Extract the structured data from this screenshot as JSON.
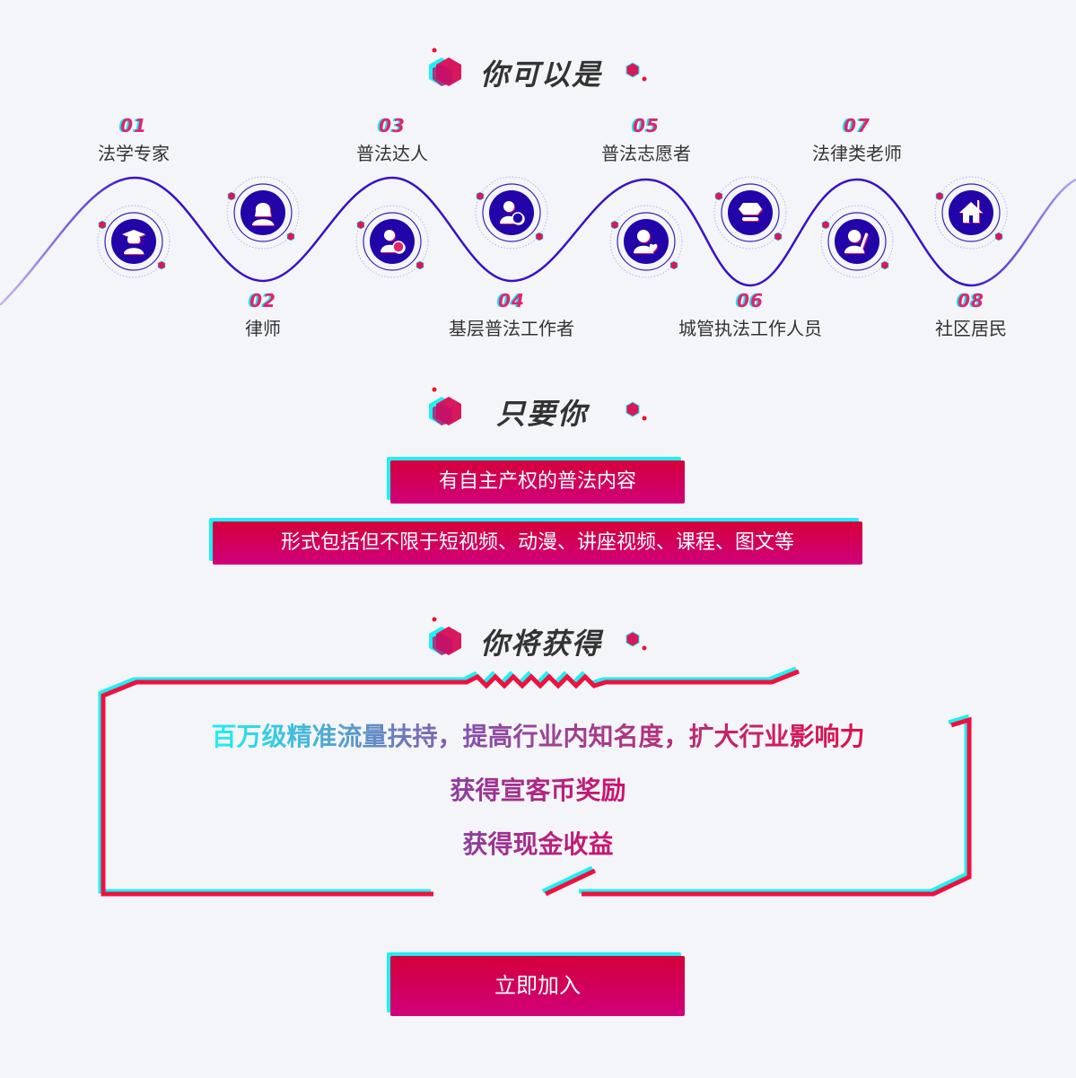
{
  "sections": {
    "can_be": "你可以是",
    "only_need": "只要你",
    "you_get": "你将获得"
  },
  "roles": [
    {
      "num": "01",
      "label": "法学专家",
      "icon": "graduate-icon"
    },
    {
      "num": "02",
      "label": "律师",
      "icon": "lawyer-icon"
    },
    {
      "num": "03",
      "label": "普法达人",
      "icon": "star-person-icon"
    },
    {
      "num": "04",
      "label": "基层普法工作者",
      "icon": "worker-badge-icon"
    },
    {
      "num": "05",
      "label": "普法志愿者",
      "icon": "volunteer-heart-icon"
    },
    {
      "num": "06",
      "label": "城管执法工作人员",
      "icon": "officer-cap-icon"
    },
    {
      "num": "07",
      "label": "法律类老师",
      "icon": "teacher-icon"
    },
    {
      "num": "08",
      "label": "社区居民",
      "icon": "house-icon"
    }
  ],
  "requirements": [
    "有自主产权的普法内容",
    "形式包括但不限于短视频、动漫、讲座视频、课程、图文等"
  ],
  "benefits": [
    "百万级精准流量扶持，提高行业内知名度，扩大行业影响力",
    "获得宣客币奖励",
    "获得现金收益"
  ],
  "cta": "立即加入",
  "colors": {
    "accent": "#d4003a",
    "cyan": "#1ef0f5",
    "wave": "#3a10c8",
    "icon_bg": "#2304a8"
  }
}
